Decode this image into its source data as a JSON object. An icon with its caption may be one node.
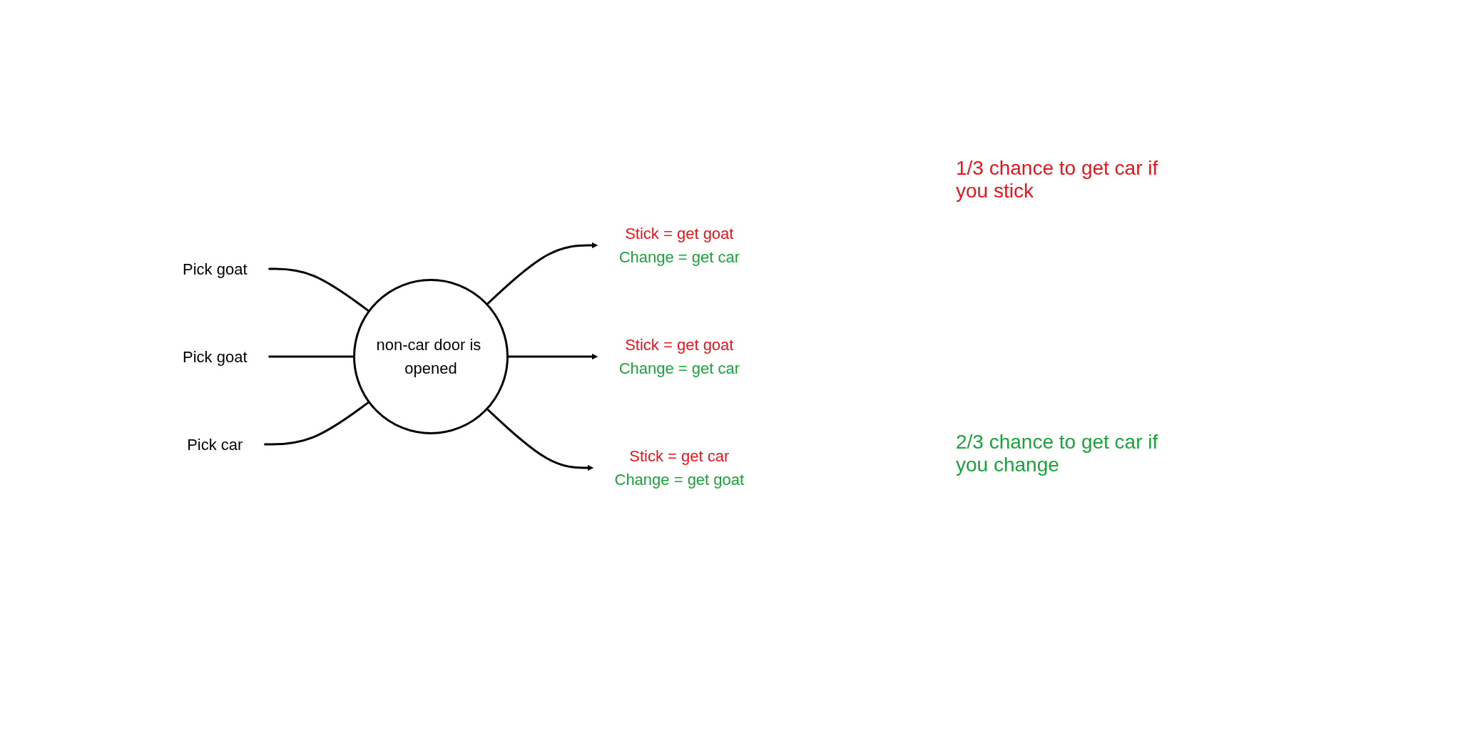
{
  "diagram": {
    "nodes": [
      {
        "text": [
          "Pick goat"
        ]
      },
      {
        "text": [
          "Pick goat"
        ]
      },
      {
        "text": [
          "Pick car"
        ]
      },
      {
        "text": [
          "non-car door is opened"
        ]
      },
      {
        "text": [
          "Stick = get goat",
          "Change = get car"
        ]
      },
      {
        "text": [
          "Stick = get goat",
          "Change = get car"
        ]
      },
      {
        "text": [
          "Stick = get car",
          "Change = get goat"
        ]
      }
    ],
    "edges": [
      {
        "from": 0,
        "to": 3,
        "arrow": "none"
      },
      {
        "from": 3,
        "to": 4,
        "arrow": "to"
      },
      {
        "from": 1,
        "to": 3,
        "arrow": "none"
      },
      {
        "from": 3,
        "to": 5,
        "arrow": "to"
      },
      {
        "from": 2,
        "to": 3,
        "arrow": "none"
      },
      {
        "from": 3,
        "to": 6,
        "arrow": "to"
      }
    ],
    "labels": [
      "1/3 chance to get car if you stick",
      "2/3 chance to get car if you change"
    ]
  }
}
